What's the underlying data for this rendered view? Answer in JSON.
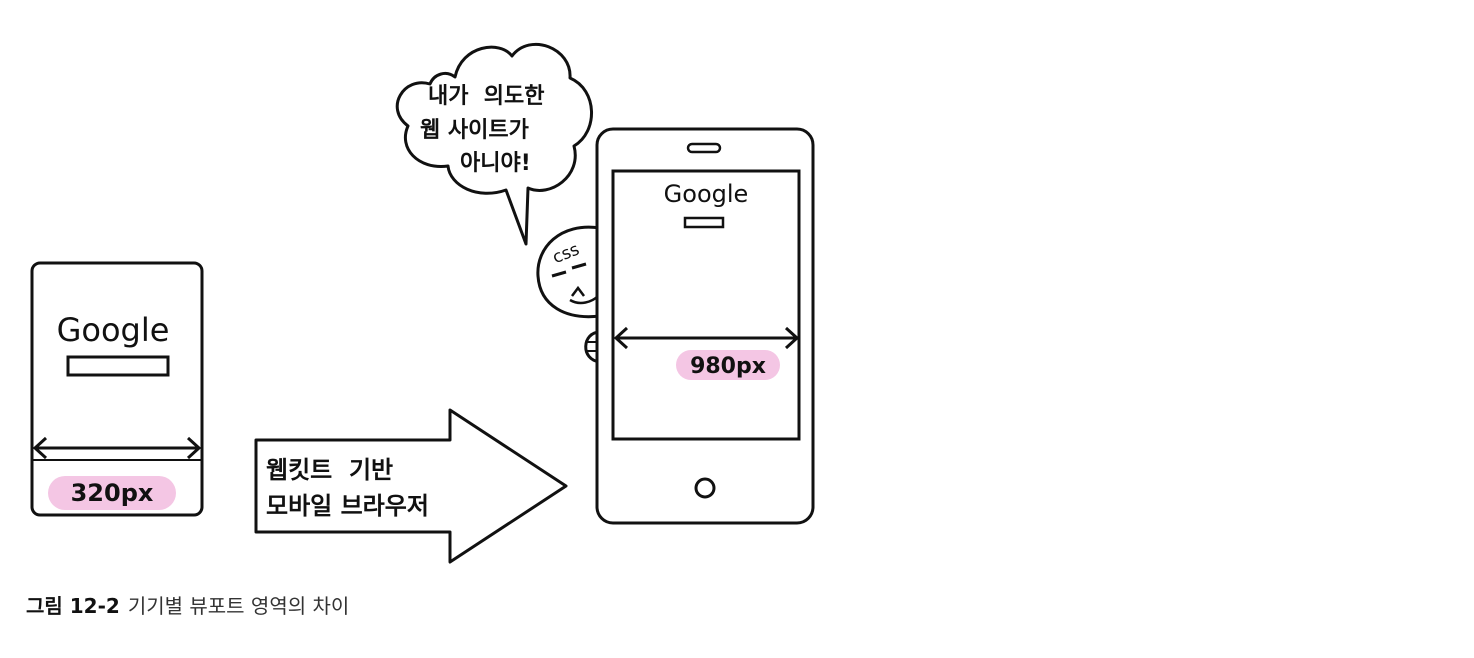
{
  "small_device": {
    "logo": "Google",
    "width_label": "320px"
  },
  "arrow": {
    "line1": "웹킷트  기반",
    "line2": "모바일 브라우저"
  },
  "speech_bubble": {
    "line1": "내가  의도한",
    "line2": "웹 사이트가",
    "line3": "아니야!"
  },
  "character": {
    "label": "css"
  },
  "large_device": {
    "logo": "Google",
    "width_label": "980px"
  },
  "caption": {
    "label": "그림 12-2",
    "text": "기기별 뷰포트 영역의 차이"
  },
  "colors": {
    "highlight": "#f4c6e4",
    "ink": "#111111"
  }
}
